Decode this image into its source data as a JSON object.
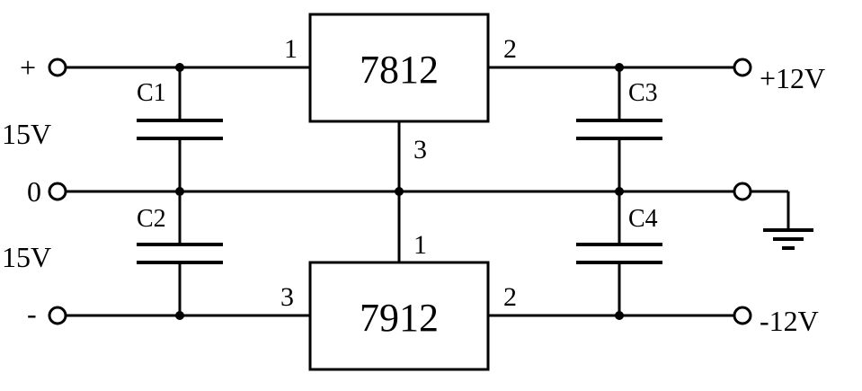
{
  "inputs": {
    "plus": "+",
    "upper_voltage": "15V",
    "zero": "0",
    "lower_voltage": "15V",
    "minus": "-"
  },
  "outputs": {
    "positive": "+12V",
    "negative": "-12V"
  },
  "capacitors": {
    "c1": "C1",
    "c2": "C2",
    "c3": "C3",
    "c4": "C4"
  },
  "regulators": {
    "upper": {
      "name": "7812",
      "pin_in": "1",
      "pin_out": "2",
      "pin_gnd": "3"
    },
    "lower": {
      "name": "7912",
      "pin_gnd": "1",
      "pin_out": "2",
      "pin_in": "3"
    }
  },
  "icons": {
    "ground": "ground-symbol-icon"
  },
  "colors": {
    "line": "#000000",
    "background": "#ffffff"
  }
}
